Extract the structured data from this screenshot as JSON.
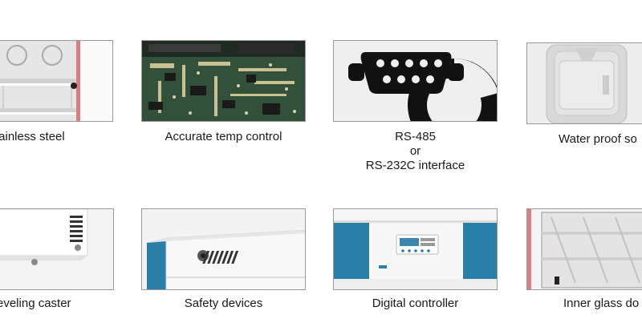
{
  "features": [
    {
      "id": "stainless",
      "caption": [
        "tainless steel"
      ],
      "icon": "chamber-shelves-icon"
    },
    {
      "id": "temp",
      "caption": [
        "Accurate temp control"
      ],
      "icon": "circuit-board-icon"
    },
    {
      "id": "rs",
      "caption": [
        "RS-485",
        "or",
        "RS-232C interface"
      ],
      "icon": "serial-port-icon"
    },
    {
      "id": "waterproof",
      "caption": [
        "Water proof so"
      ],
      "icon": "waterproof-socket-icon"
    },
    {
      "id": "caster",
      "caption": [
        "eveling caster"
      ],
      "icon": "leveling-caster-icon"
    },
    {
      "id": "safety",
      "caption": [
        "Safety devices"
      ],
      "icon": "safety-panel-icon"
    },
    {
      "id": "digital",
      "caption": [
        "Digital controller"
      ],
      "icon": "controller-panel-icon"
    },
    {
      "id": "glass",
      "caption": [
        "Inner glass do"
      ],
      "icon": "glass-door-icon"
    }
  ],
  "colors": {
    "accent_blue": "#2a7fa8",
    "tile_border": "#9a9a9a",
    "pcb_green": "#2f4a32"
  }
}
